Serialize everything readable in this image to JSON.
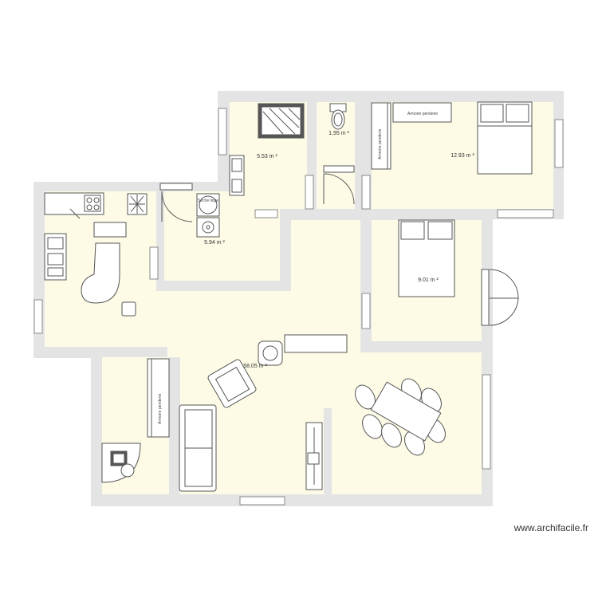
{
  "colors": {
    "wall": "#e4e4e4",
    "floor": "#fdfbe6",
    "furniture_stroke": "#555555",
    "furniture_fill": "#ffffff"
  },
  "areas": {
    "bathroom": "5.53 m ²",
    "wc": "1.95 m ²",
    "bedroom_1": "12.93 m ²",
    "laundry": "5.94 m ²",
    "bedroom_2": "9.01 m ²",
    "living": "58.05 m ²"
  },
  "labels": {
    "dryer": "Sèche linge",
    "wardrobe_bedroom_1": "Armoire penderie",
    "wardrobe_bedroom_1_top": "Armoire penderie",
    "wardrobe_office": "Armoire penderie"
  },
  "watermark": "www.archifacile.fr"
}
